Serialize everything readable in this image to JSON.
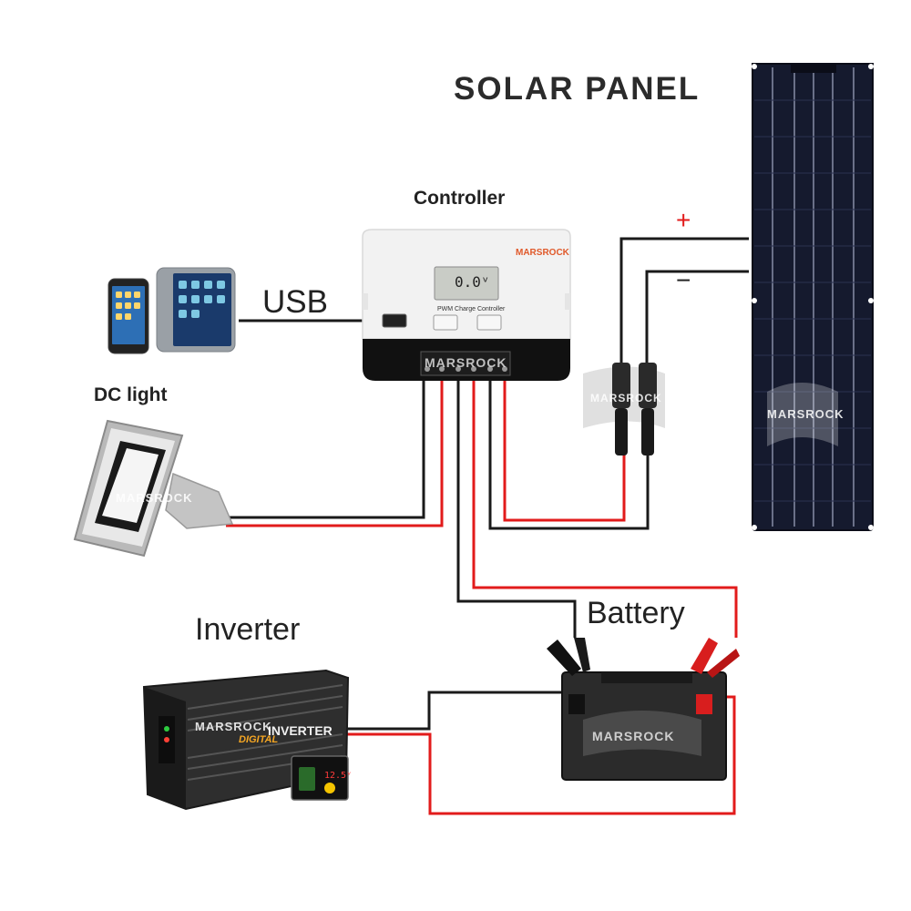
{
  "labels": {
    "solar_panel": "SOLAR  PANEL",
    "controller": "Controller",
    "usb": "USB",
    "dc_light": "DC light",
    "inverter": "Inverter",
    "battery": "Battery",
    "plus": "+",
    "minus": "−"
  },
  "controller_device": {
    "brand": "MARSROCK",
    "lcd_reading": "0.0ᵛ",
    "model": "PWM Charge Controller"
  },
  "inverter_device": {
    "brand": "INVERTER",
    "prefix": "DIGITAL",
    "remote_reading": "12.5ᵛ"
  },
  "watermarks": {
    "controller": "MARSROCK",
    "connector": "MARSROCK",
    "panel": "MARSROCK",
    "light": "MARSROCK",
    "inverter": "MARSROCK",
    "battery": "MARSROCK"
  },
  "colors": {
    "positive_wire": "#e21b1b",
    "negative_wire": "#1a1a1a",
    "panel": "#151a2e",
    "controller_body": "#f2f2f2",
    "controller_base": "#111111",
    "brand_accent": "#e0592a"
  }
}
